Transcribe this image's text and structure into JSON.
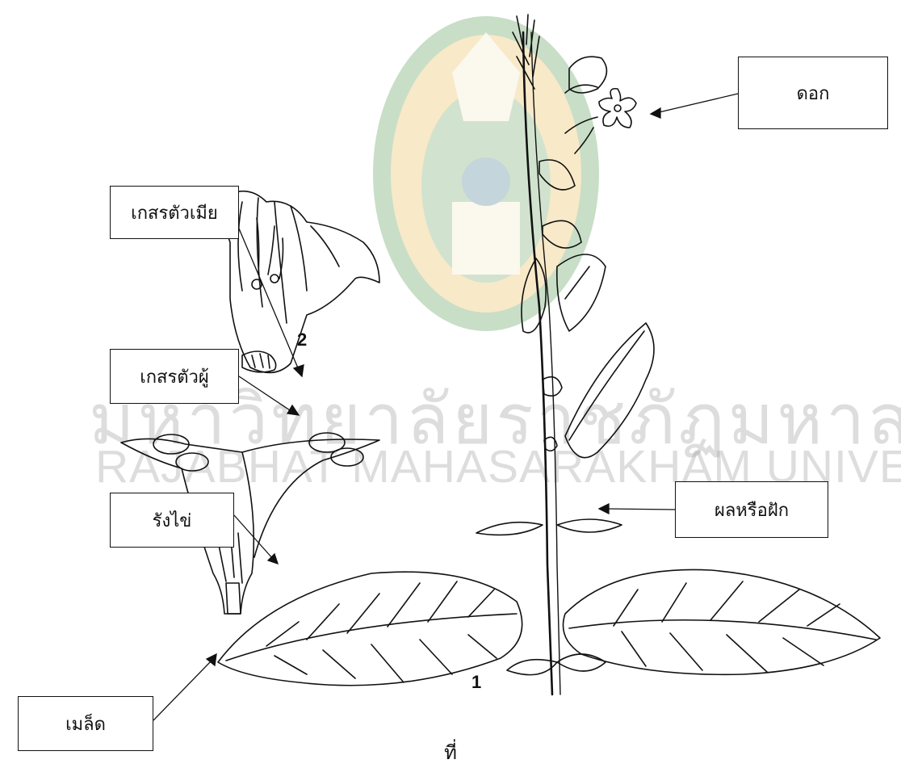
{
  "watermark": {
    "logo_name": "university-seal-logo",
    "text_thai": "มหาวิทยาลัยราชภัฏมหาสารคาม",
    "text_en": "RAJABHAT MAHASARAKHAM UNIVERSITY"
  },
  "labels": {
    "flower": "ดอก",
    "pistil": "เกสรตัวเมีย",
    "stamen": "เกสรตัวผู้",
    "ovary": "รังไข่",
    "fruit_pod": "ผลหรือฝัก",
    "seed": "เมล็ด"
  },
  "figure_numbers": {
    "plant": "1",
    "flower_detail": "2"
  },
  "caption": "ที่"
}
